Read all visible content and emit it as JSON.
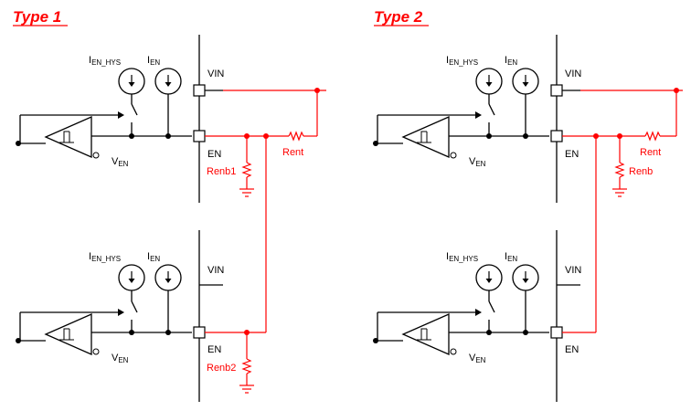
{
  "panels": [
    {
      "title": "Type 1",
      "ien_hys": "I",
      "ien_hys_sub": "EN_HYS",
      "ien": "I",
      "ien_sub": "EN",
      "vin": "VIN",
      "en": "EN",
      "ven": "V",
      "ven_sub": "EN",
      "rent": "Rent",
      "renb_top": "Renb1",
      "renb_bottom": "Renb2"
    },
    {
      "title": "Type 2",
      "ien_hys": "I",
      "ien_hys_sub": "EN_HYS",
      "ien": "I",
      "ien_sub": "EN",
      "vin": "VIN",
      "en": "EN",
      "ven": "V",
      "ven_sub": "EN",
      "rent": "Rent",
      "renb": "Renb"
    }
  ],
  "colors": {
    "circuit": "#000000",
    "external": "#ff0000",
    "title": "#ff0000"
  }
}
